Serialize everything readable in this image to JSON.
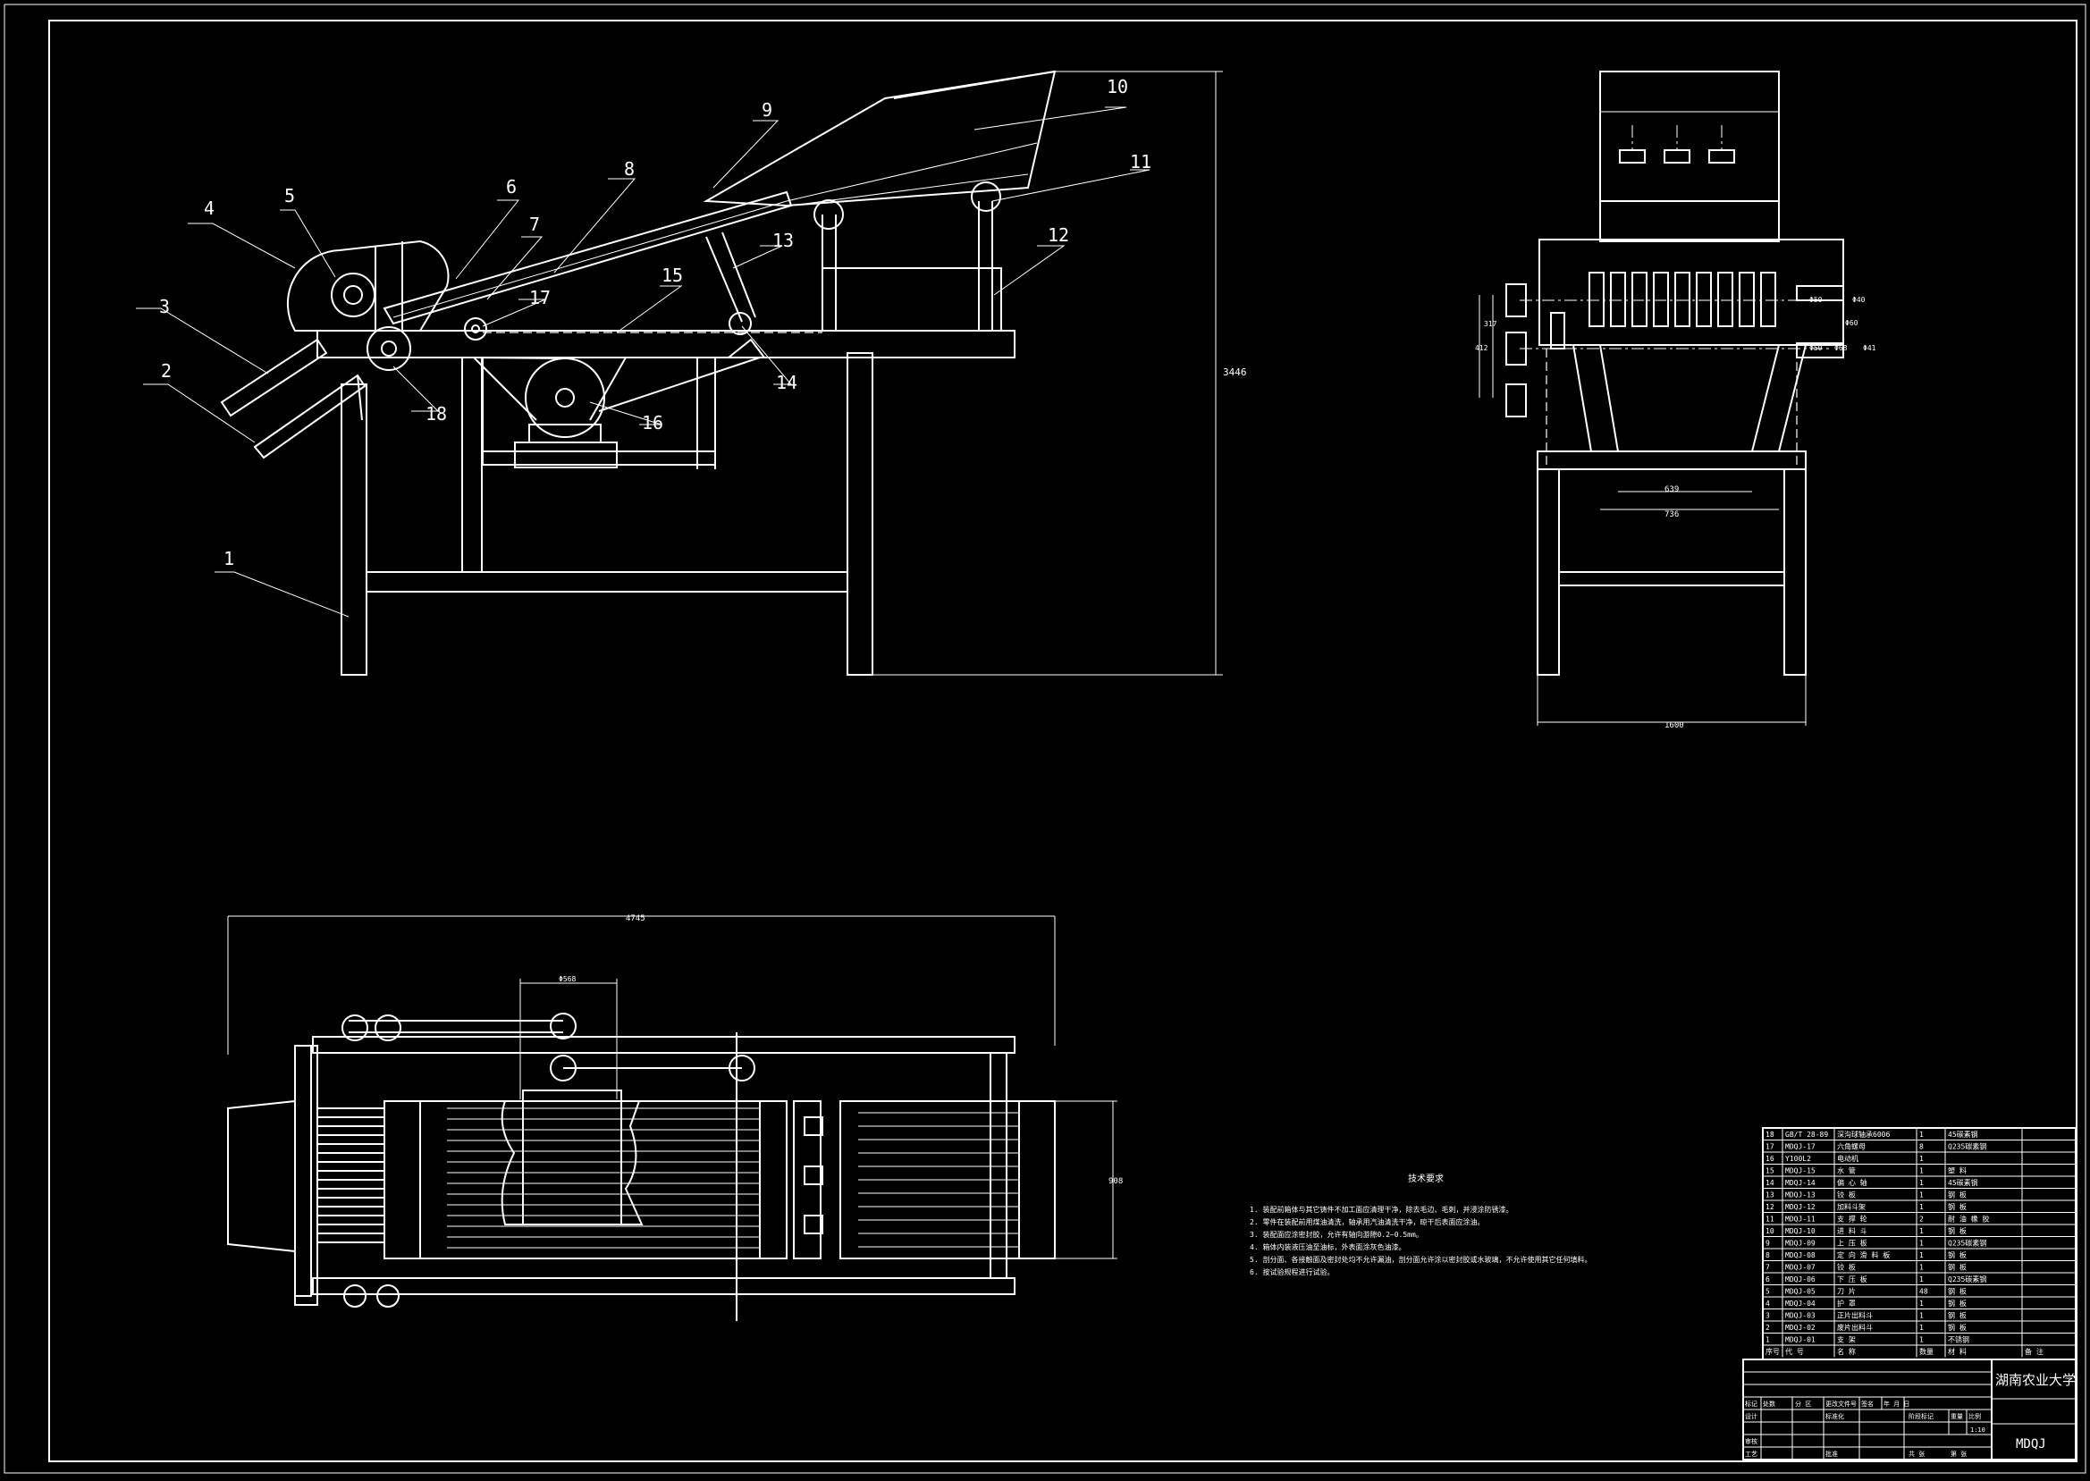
{
  "balloons": [
    {
      "n": "1"
    },
    {
      "n": "2"
    },
    {
      "n": "3"
    },
    {
      "n": "4"
    },
    {
      "n": "5"
    },
    {
      "n": "6"
    },
    {
      "n": "7"
    },
    {
      "n": "8"
    },
    {
      "n": "9"
    },
    {
      "n": "10"
    },
    {
      "n": "11"
    },
    {
      "n": "12"
    },
    {
      "n": "13"
    },
    {
      "n": "14"
    },
    {
      "n": "15"
    },
    {
      "n": "16"
    },
    {
      "n": "17"
    },
    {
      "n": "18"
    }
  ],
  "dims": {
    "side_height": "3446",
    "front_width": "1600",
    "front_inner1": "639",
    "front_inner2": "736",
    "front_h1": "317",
    "front_h2": "412",
    "front_shaft1": "Φ50",
    "front_shaft1b": "Φ40",
    "front_shaft2": "Φ60",
    "front_shaft3": "Φ50",
    "front_shaft3b": "Φ68",
    "front_shaft3c": "Φ41",
    "top_length": "4745",
    "top_motor": "Φ568",
    "top_width": "908"
  },
  "tech_requirements": {
    "title": "技术要求",
    "items": [
      "1. 装配前箱体与其它铸件不加工面应清理干净，除去毛边、毛刺，并浸涂防锈漆。",
      "2. 零件在装配前用煤油清洗，轴承用汽油清洗干净，晾干后表面应涂油。",
      "3. 装配面应涂密封胶，允许有轴向游隙0.2~0.5mm。",
      "4. 箱体内装液压油至油标，外表面涂灰色油漆。",
      "5. 剖分面、各接触面及密封处均不允许漏油，剖分面允许涂以密封胶或水玻璃，不允许使用其它任何填料。",
      "6. 按试验规程进行试验。"
    ]
  },
  "bom": {
    "rows": [
      {
        "no": "18",
        "code": "GB/T 28-89",
        "name": "深沟球轴承6006",
        "qty": "1",
        "mat": "45碳素钢",
        "note": ""
      },
      {
        "no": "17",
        "code": "MDQJ-17",
        "name": "六角螺母",
        "qty": "8",
        "mat": "Q235碳素钢",
        "note": ""
      },
      {
        "no": "16",
        "code": "Y100L2",
        "name": "电动机",
        "qty": "1",
        "mat": "",
        "note": ""
      },
      {
        "no": "15",
        "code": "MDQJ-15",
        "name": "水  管",
        "qty": "1",
        "mat": "塑 料",
        "note": ""
      },
      {
        "no": "14",
        "code": "MDQJ-14",
        "name": "偏 心 轴",
        "qty": "1",
        "mat": "45碳素钢",
        "note": ""
      },
      {
        "no": "13",
        "code": "MDQJ-13",
        "name": "铰  板",
        "qty": "1",
        "mat": "钢 板",
        "note": ""
      },
      {
        "no": "12",
        "code": "MDQJ-12",
        "name": "加料斗架",
        "qty": "1",
        "mat": "钢 板",
        "note": ""
      },
      {
        "no": "11",
        "code": "MDQJ-11",
        "name": "支 撑 轮",
        "qty": "2",
        "mat": "耐 油 橡 胶",
        "note": ""
      },
      {
        "no": "10",
        "code": "MDQJ-10",
        "name": "进 料 斗",
        "qty": "1",
        "mat": "钢 板",
        "note": ""
      },
      {
        "no": "9",
        "code": "MDQJ-09",
        "name": "上 压 板",
        "qty": "1",
        "mat": "Q235碳素钢",
        "note": ""
      },
      {
        "no": "8",
        "code": "MDQJ-08",
        "name": "定 向 滑 料 板",
        "qty": "1",
        "mat": "钢 板",
        "note": ""
      },
      {
        "no": "7",
        "code": "MDQJ-07",
        "name": "铰  板",
        "qty": "1",
        "mat": "钢 板",
        "note": ""
      },
      {
        "no": "6",
        "code": "MDQJ-06",
        "name": "下 压 板",
        "qty": "1",
        "mat": "Q235碳素钢",
        "note": ""
      },
      {
        "no": "5",
        "code": "MDQJ-05",
        "name": "刀  片",
        "qty": "48",
        "mat": "钢 板",
        "note": ""
      },
      {
        "no": "4",
        "code": "MDQJ-04",
        "name": "护  罩",
        "qty": "1",
        "mat": "钢 板",
        "note": ""
      },
      {
        "no": "3",
        "code": "MDQJ-03",
        "name": "正片出料斗",
        "qty": "1",
        "mat": "钢 板",
        "note": ""
      },
      {
        "no": "2",
        "code": "MDQJ-02",
        "name": "废片出料斗",
        "qty": "1",
        "mat": "钢 板",
        "note": ""
      },
      {
        "no": "1",
        "code": "MDQJ-01",
        "name": "支  架",
        "qty": "1",
        "mat": "不锈钢",
        "note": ""
      }
    ],
    "header": {
      "no": "序号",
      "code": "代  号",
      "name": "名  称",
      "qty": "数量",
      "mat": "材  料",
      "note": "备 注"
    }
  },
  "title_block": {
    "school": "湖南农业大学",
    "drawing_no": "MDQJ",
    "scale": "1:10",
    "labels": {
      "mark": "标记",
      "count": "处数",
      "zone": "分  区",
      "docno": "更改文件号",
      "sign": "签名",
      "date": "年 月 日",
      "design": "设计",
      "std": "标准化",
      "review": "审核",
      "craft": "工艺",
      "approve": "批准",
      "stage": "阶段标记",
      "weight": "重量",
      "ratio": "比例",
      "sheets": "共 张",
      "sheet": "第 张"
    }
  }
}
